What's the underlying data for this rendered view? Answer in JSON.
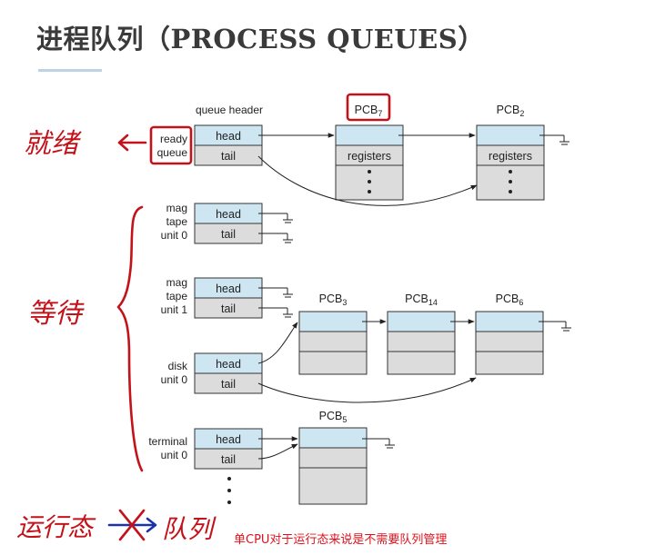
{
  "title": "进程队列（PROCESS QUEUES）",
  "caption": "单CPU对于运行态来说是不需要队列管理",
  "colors": {
    "header_fill": "#cde6f2",
    "body_fill": "#dcdcdc",
    "ink": "#222222",
    "annotation_red": "#c4121b",
    "caption_red": "#e0101a"
  },
  "queue_header_label": "queue header",
  "cells": {
    "head": "head",
    "tail": "tail",
    "registers": "registers"
  },
  "queues": {
    "ready": {
      "line1": "ready",
      "line2": "queue"
    },
    "mag0": {
      "line1": "mag",
      "line2": "tape",
      "line3": "unit 0"
    },
    "mag1": {
      "line1": "mag",
      "line2": "tape",
      "line3": "unit 1"
    },
    "disk": {
      "line1": "disk",
      "line2": "unit 0"
    },
    "terminal": {
      "line1": "terminal",
      "line2": "unit 0"
    }
  },
  "pcbs": {
    "pcb7": {
      "base": "PCB",
      "sub": "7"
    },
    "pcb2": {
      "base": "PCB",
      "sub": "2"
    },
    "pcb3": {
      "base": "PCB",
      "sub": "3"
    },
    "pcb14": {
      "base": "PCB",
      "sub": "14"
    },
    "pcb6": {
      "base": "PCB",
      "sub": "6"
    },
    "pcb5": {
      "base": "PCB",
      "sub": "5"
    }
  },
  "handwritten": {
    "ready_note": "就绪",
    "waiting_note": "等待",
    "running_note": "运行态",
    "queue_note": "队列",
    "running_no_queue": "运行态 ✗ 队列"
  }
}
